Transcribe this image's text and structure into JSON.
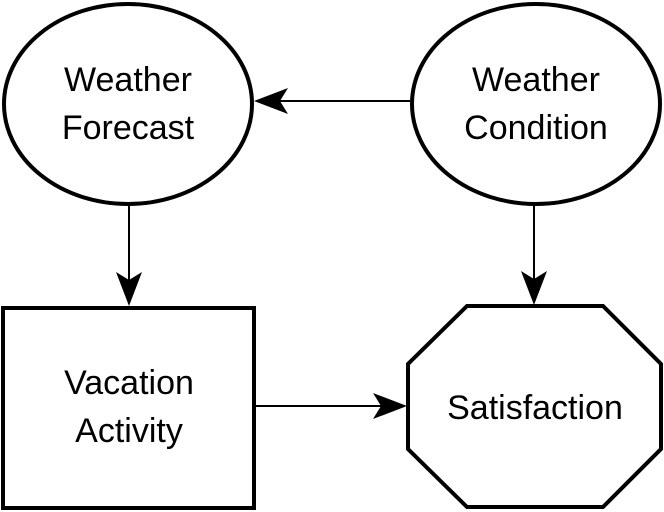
{
  "diagram": {
    "nodes": {
      "weather_forecast": {
        "lines": [
          "Weather",
          "Forecast"
        ],
        "shape": "ellipse"
      },
      "weather_condition": {
        "lines": [
          "Weather",
          "Condition"
        ],
        "shape": "ellipse"
      },
      "vacation_activity": {
        "lines": [
          "Vacation",
          "Activity"
        ],
        "shape": "rectangle"
      },
      "satisfaction": {
        "lines": [
          "Satisfaction"
        ],
        "shape": "octagon"
      }
    },
    "edges": [
      {
        "from": "weather_condition",
        "to": "weather_forecast"
      },
      {
        "from": "weather_forecast",
        "to": "vacation_activity"
      },
      {
        "from": "weather_condition",
        "to": "satisfaction"
      },
      {
        "from": "vacation_activity",
        "to": "satisfaction"
      }
    ],
    "colors": {
      "stroke": "#000000",
      "fill": "#ffffff",
      "text": "#000000"
    }
  }
}
